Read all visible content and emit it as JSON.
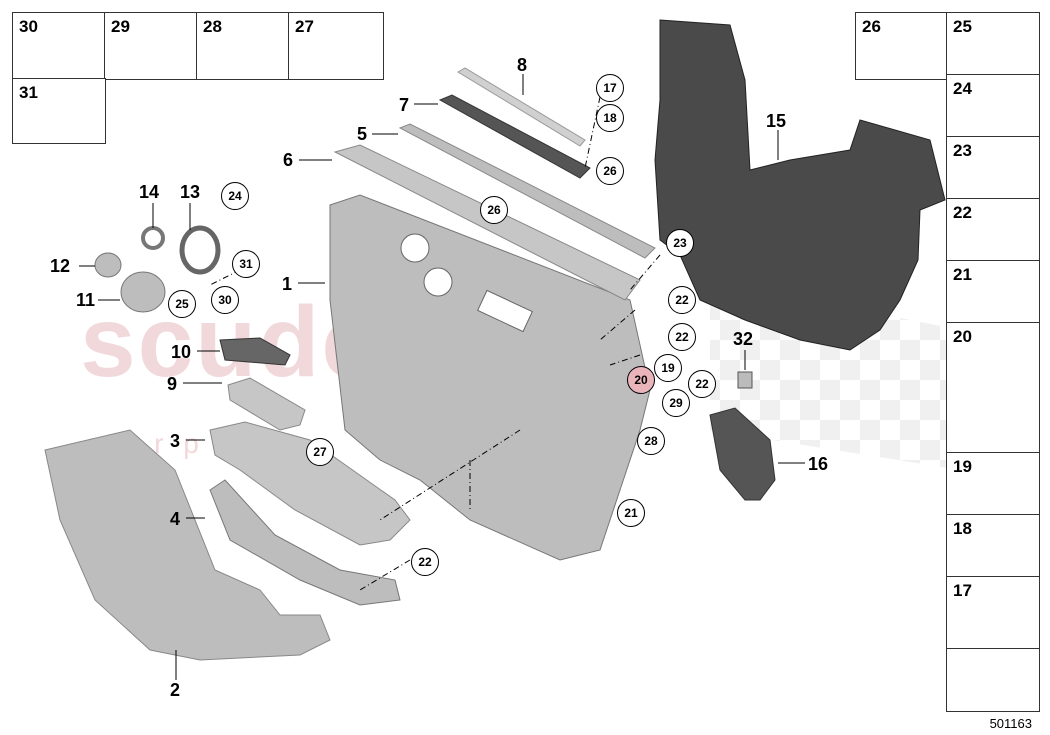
{
  "watermark": {
    "main": "scuderia",
    "sub": "c a r   p a r t s"
  },
  "drawing_code": "501163",
  "top_left_parts": [
    {
      "num": "30"
    },
    {
      "num": "29"
    },
    {
      "num": "28"
    },
    {
      "num": "27"
    },
    {
      "num": "31"
    }
  ],
  "top_right_parts": [
    {
      "num": "26"
    }
  ],
  "right_column_parts": [
    {
      "num": "25"
    },
    {
      "num": "24"
    },
    {
      "num": "23"
    },
    {
      "num": "22"
    },
    {
      "num": "21"
    },
    {
      "num": "20"
    },
    {
      "num": "19"
    },
    {
      "num": "18"
    },
    {
      "num": "17"
    }
  ],
  "callouts": [
    {
      "num": "1"
    },
    {
      "num": "2"
    },
    {
      "num": "3"
    },
    {
      "num": "4"
    },
    {
      "num": "5"
    },
    {
      "num": "6"
    },
    {
      "num": "7"
    },
    {
      "num": "8"
    },
    {
      "num": "9"
    },
    {
      "num": "10"
    },
    {
      "num": "11"
    },
    {
      "num": "12"
    },
    {
      "num": "13"
    },
    {
      "num": "14"
    },
    {
      "num": "15"
    },
    {
      "num": "16"
    },
    {
      "num": "32"
    }
  ],
  "circle_callouts": [
    {
      "num": "17"
    },
    {
      "num": "18"
    },
    {
      "num": "26"
    },
    {
      "num": "26"
    },
    {
      "num": "23"
    },
    {
      "num": "24"
    },
    {
      "num": "31"
    },
    {
      "num": "30"
    },
    {
      "num": "25"
    },
    {
      "num": "22"
    },
    {
      "num": "22"
    },
    {
      "num": "19"
    },
    {
      "num": "20",
      "highlight": true
    },
    {
      "num": "22"
    },
    {
      "num": "29"
    },
    {
      "num": "28"
    },
    {
      "num": "27"
    },
    {
      "num": "21"
    },
    {
      "num": "22"
    }
  ],
  "colors": {
    "part_fill": "#bdbdbd",
    "part_dark": "#4a4a4a",
    "highlight": "#e9b5bb",
    "watermark": "#e7b9bf"
  }
}
